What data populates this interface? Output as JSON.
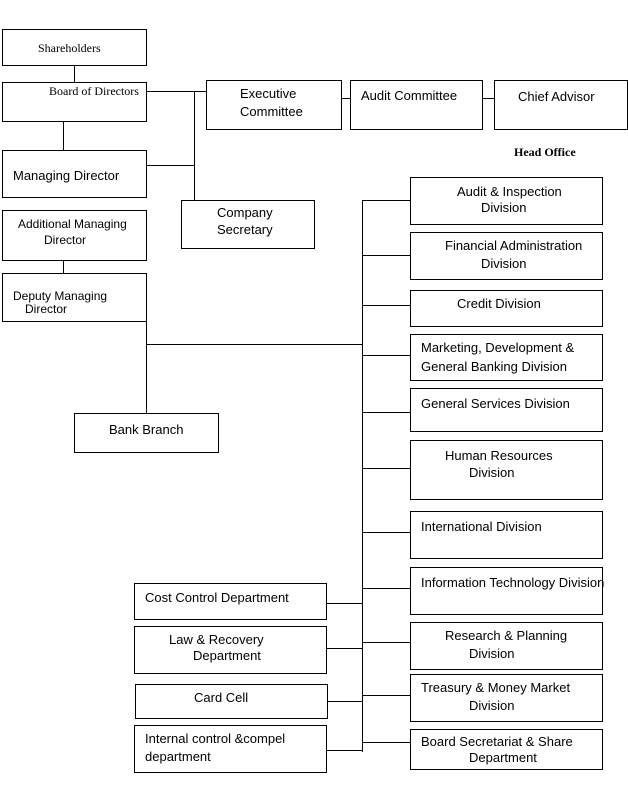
{
  "chart": {
    "shareholders": "Shareholders",
    "board": "Board of Directors",
    "executive": [
      "Executive",
      "Committee"
    ],
    "audit_committee": "Audit Committee",
    "chief_advisor": "Chief Advisor",
    "head_office": "Head Office",
    "managing_director": "Managing Director",
    "company_secretary": [
      "Company",
      "Secretary"
    ],
    "additional_md": [
      "Additional Managing",
      "Director"
    ],
    "deputy_md": [
      "Deputy Managing",
      "Director"
    ],
    "bank_branch": "Bank Branch",
    "divisions": [
      [
        "Audit & Inspection",
        "Division"
      ],
      [
        "Financial Administration",
        "Division"
      ],
      [
        "Credit Division"
      ],
      [
        "Marketing, Development &",
        "General Banking Division"
      ],
      [
        "General Services Division"
      ],
      [
        "Human Resources",
        "Division"
      ],
      [
        "International Division"
      ],
      [
        "Information Technology Division"
      ],
      [
        "Research & Planning",
        "Division"
      ],
      [
        "Treasury & Money Market",
        "Division"
      ],
      [
        "Board Secretariat & Share",
        "Department"
      ]
    ],
    "departments": [
      [
        "Cost Control Department"
      ],
      [
        "Law & Recovery",
        "Department"
      ],
      [
        "Card Cell"
      ],
      [
        "Internal control &compel",
        "department"
      ]
    ]
  }
}
